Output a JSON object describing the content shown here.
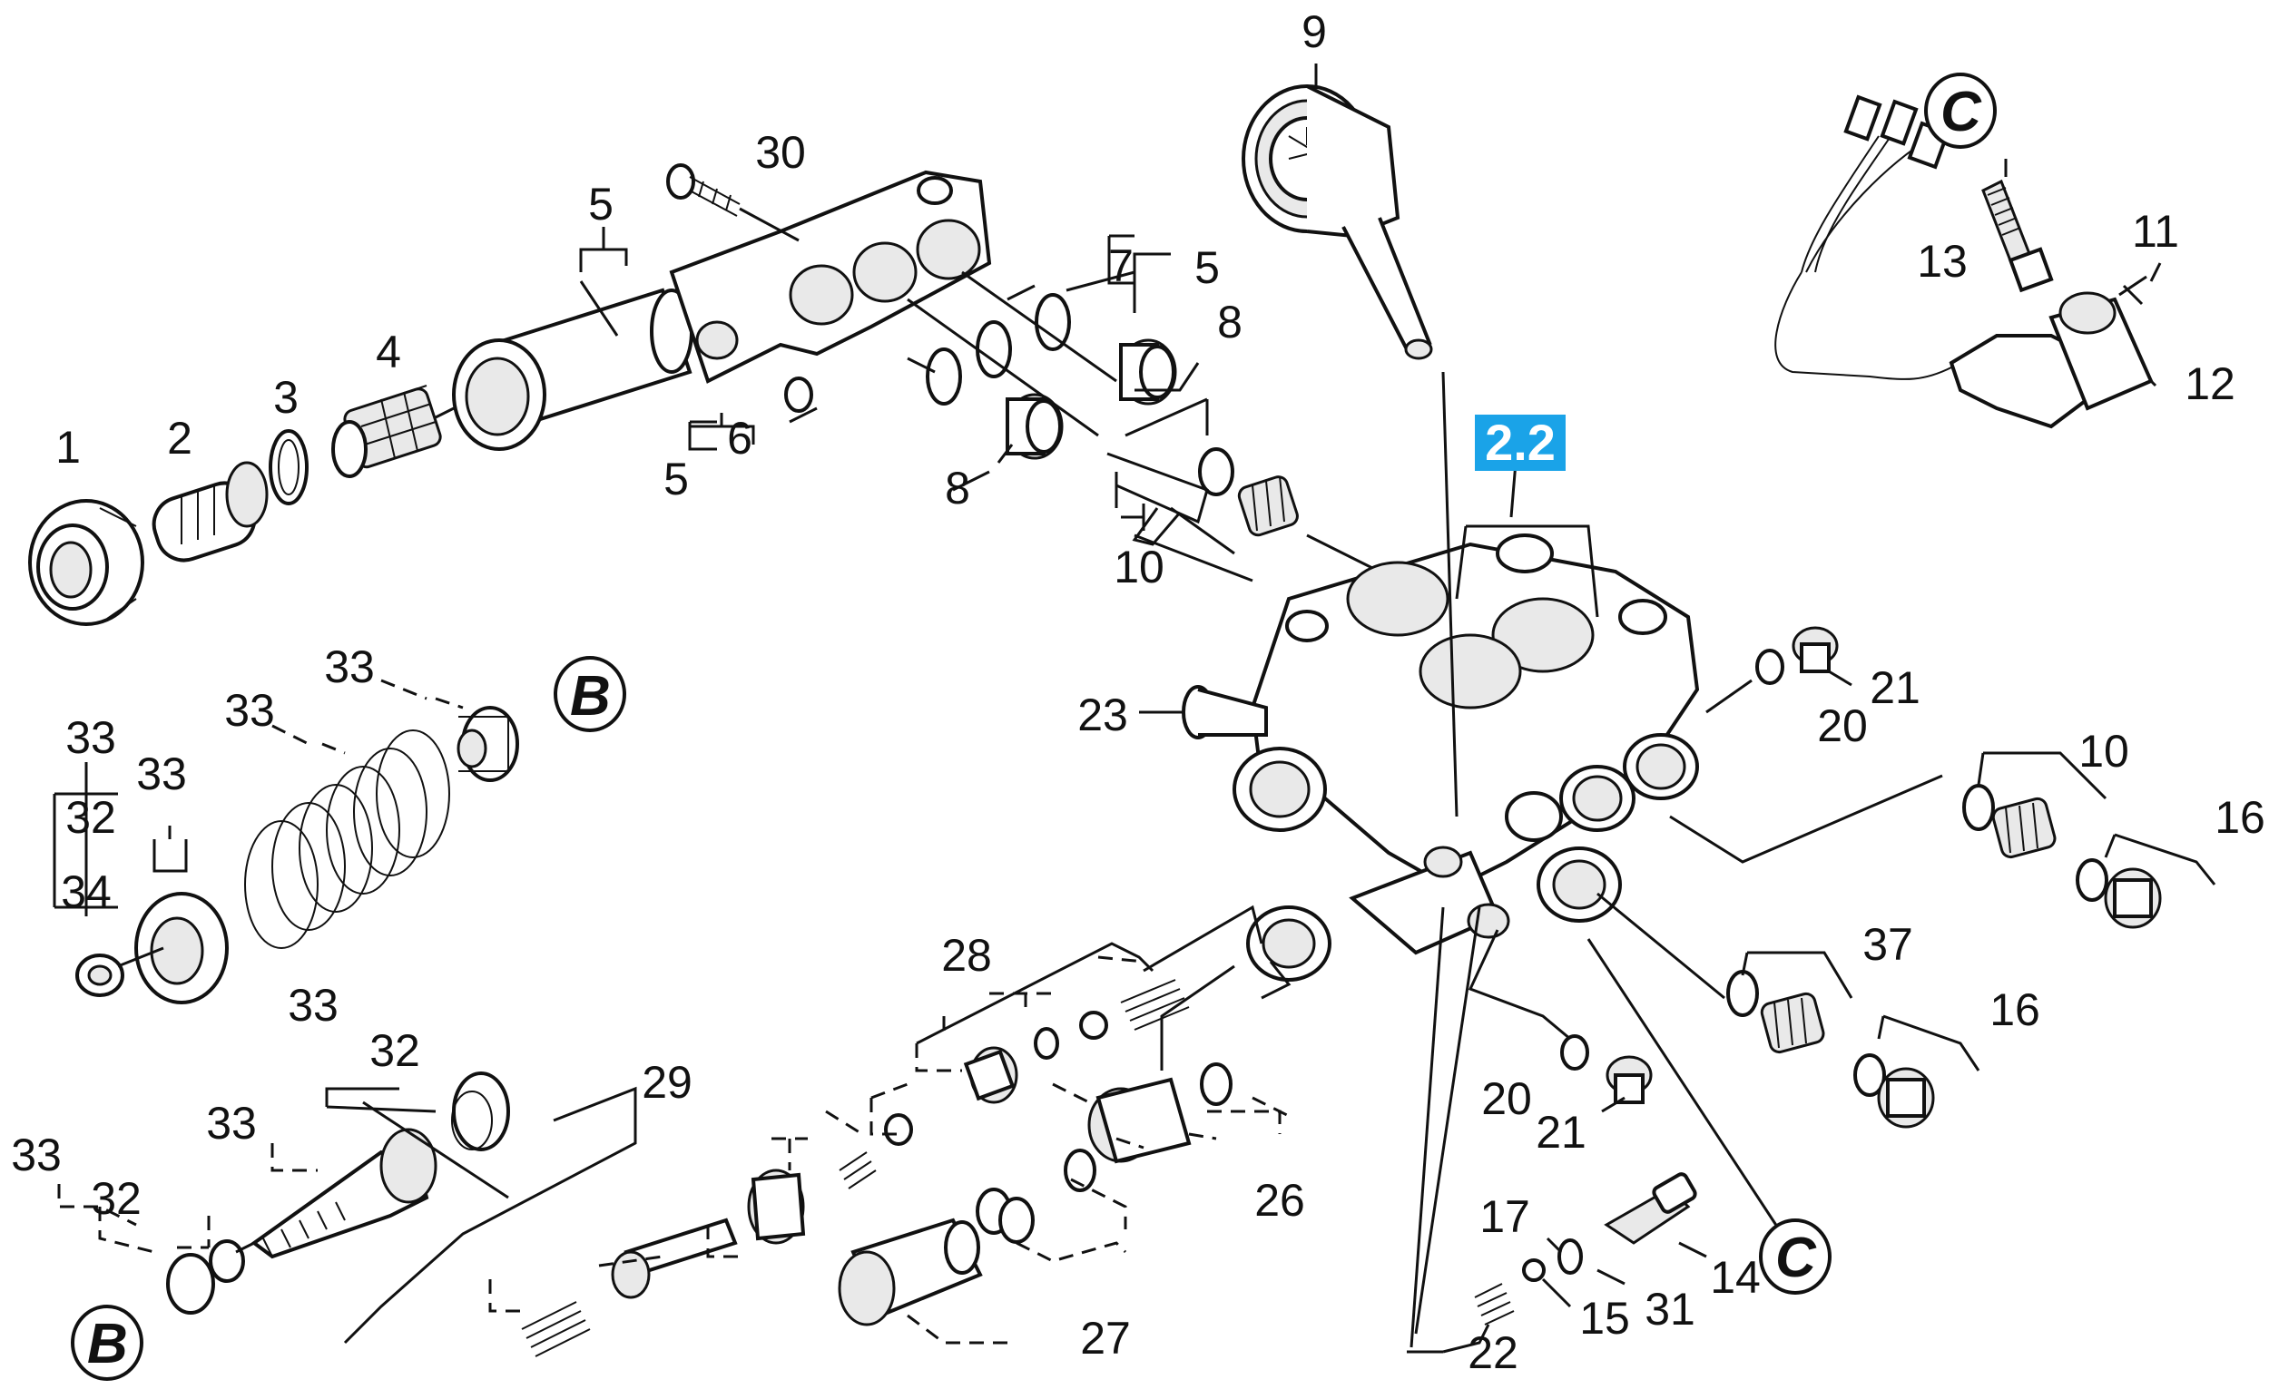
{
  "diagram": {
    "section_badge": "2.2",
    "badge_color": "#1aa3e8",
    "reference_circles": [
      "B",
      "B",
      "C",
      "C"
    ],
    "callouts": {
      "c1": "1",
      "c2": "2",
      "c3": "3",
      "c4": "4",
      "c5a": "5",
      "c5b": "5",
      "c5c": "5",
      "c6": "6",
      "c7": "7",
      "c8a": "8",
      "c8b": "8",
      "c9": "9",
      "c10a": "10",
      "c10b": "10",
      "c11": "11",
      "c12": "12",
      "c13": "13",
      "c14": "14",
      "c15": "15",
      "c16a": "16",
      "c16b": "16",
      "c17": "17",
      "c20a": "20",
      "c20b": "20",
      "c21a": "21",
      "c21b": "21",
      "c22": "22",
      "c23": "23",
      "c26": "26",
      "c27": "27",
      "c28": "28",
      "c29": "29",
      "c30": "30",
      "c31": "31",
      "c32a": "32",
      "c32b": "32",
      "c32c": "32",
      "c33a": "33",
      "c33b": "33",
      "c33c": "33",
      "c33d": "33",
      "c33e": "33",
      "c33f": "33",
      "c33g": "33",
      "c34": "34",
      "c37": "37"
    }
  }
}
